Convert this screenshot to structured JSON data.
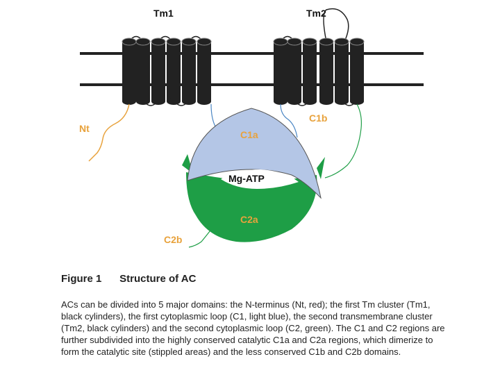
{
  "labels": {
    "tm1": "Tm1",
    "tm2": "Tm2",
    "nt": "Nt",
    "c1a": "C1a",
    "c1b": "C1b",
    "mg_atp": "Mg-ATP",
    "c2a": "C2a",
    "c2b": "C2b"
  },
  "colors": {
    "membrane": "#222222",
    "cylinder": "#222222",
    "nt": "#e8a23c",
    "c1": "#b4c6e6",
    "c2": "#1e9e46",
    "loop_blue": "#4a86c4",
    "loop_green": "#1e9e46",
    "label_orange": "#e8a23c"
  },
  "caption": {
    "figure_number": "Figure 1",
    "figure_title": "Structure of AC",
    "body": "ACs can be divided into 5 major domains: the N-terminus (Nt, red); the first Tm cluster (Tm1, black cylinders), the first cytoplasmic loop (C1, light blue), the second transmembrane cluster (Tm2, black cylinders) and the second cytoplasmic loop (C2, green). The C1 and C2 regions are further subdivided into the highly conserved catalytic C1a and C2a regions, which dimerize to form the catalytic site (stippled areas) and the less conserved C1b and C2b domains."
  }
}
